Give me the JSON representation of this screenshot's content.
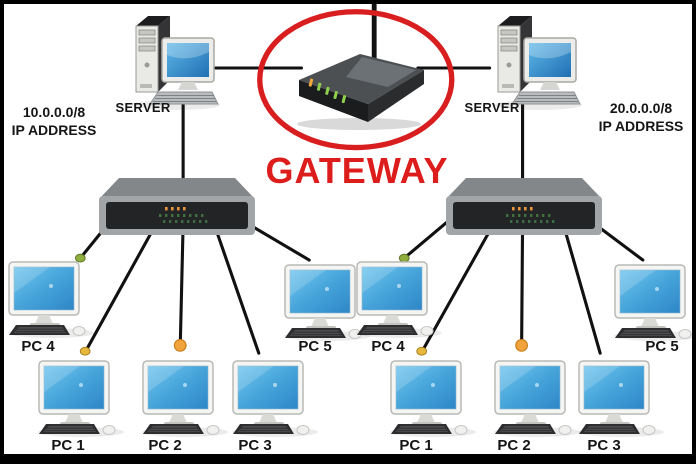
{
  "gateway": {
    "label": "GATEWAY",
    "icon": "router-icon",
    "text_color": "#dd1c1c",
    "circle_color": "#d81e1e"
  },
  "left_network": {
    "ip_address": "10.0.0.0/8",
    "ip_caption": "IP ADDRESS",
    "server": {
      "label": "SERVER",
      "icon": "server-icon"
    },
    "switch": {
      "icon": "switch-icon"
    },
    "pcs": [
      {
        "label": "PC 4",
        "icon": "desktop-pc-icon"
      },
      {
        "label": "PC 1",
        "icon": "desktop-pc-icon"
      },
      {
        "label": "PC 2",
        "icon": "desktop-pc-icon"
      },
      {
        "label": "PC 3",
        "icon": "desktop-pc-icon"
      },
      {
        "label": "PC 5",
        "icon": "desktop-pc-icon"
      }
    ]
  },
  "right_network": {
    "ip_address": "20.0.0.0/8",
    "ip_caption": "IP ADDRESS",
    "server": {
      "label": "SERVER",
      "icon": "server-icon"
    },
    "switch": {
      "icon": "switch-icon"
    },
    "pcs": [
      {
        "label": "PC 4",
        "icon": "desktop-pc-icon"
      },
      {
        "label": "PC 1",
        "icon": "desktop-pc-icon"
      },
      {
        "label": "PC 2",
        "icon": "desktop-pc-icon"
      },
      {
        "label": "PC 3",
        "icon": "desktop-pc-icon"
      },
      {
        "label": "PC 5",
        "icon": "desktop-pc-icon"
      }
    ]
  },
  "colors": {
    "line": "#111111",
    "screen_blue": "#3e9bd4",
    "led_orange": "#f0a030",
    "led_green": "#7cc24e",
    "connector_orange": "#f2a43c",
    "connector_yellow": "#e6b93c",
    "connector_green": "#8fae3e"
  }
}
